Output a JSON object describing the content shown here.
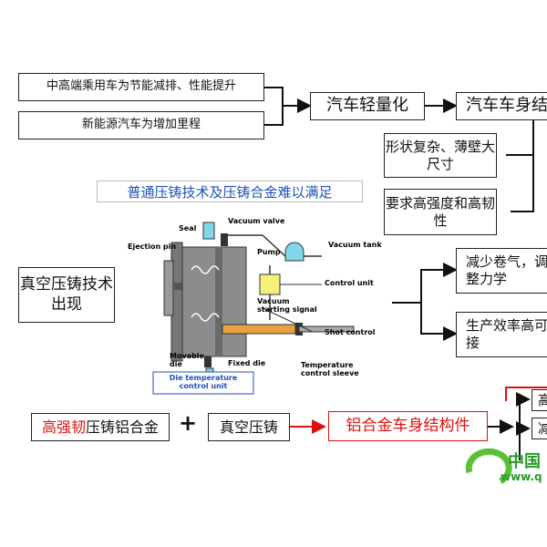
{
  "top": {
    "left1": "中高端乘用车为节能减排、性能提升",
    "left2": "新能源汽车为增加里程",
    "center": "汽车轻量化",
    "right": "汽车车身结"
  },
  "needs": {
    "a": "形状复杂、薄壁大尺寸",
    "b": "要求高强度和高韧性"
  },
  "note": "普通压铸技术及压铸合金难以满足",
  "vacuum": {
    "label": "真空压铸技术出现",
    "right_a": "减少卷气，调整力学",
    "right_b": "生产效率高可接"
  },
  "machine_labels": {
    "seal": "Seal",
    "vacuum_valve": "Vacuum valve",
    "ejection_pin": "Ejection pin",
    "vacuum_tank": "Vacuum tank",
    "pump": "Pump",
    "control_unit": "Control unit",
    "vacuum_signal": "Vacuum starting signal",
    "shot_control": "Shot control",
    "movable_die": "Movable die",
    "fixed_die": "Fixed die",
    "temp_sleeve": "Temperature control sleeve",
    "die_temp": "Die temperature control unit"
  },
  "bottom": {
    "alloy_red": "高强韧",
    "alloy_rest": "压铸铝合金",
    "plus": "+",
    "process": "真空压铸",
    "result": "铝合金车身结构件",
    "branch_1": "高",
    "branch_2": "减"
  },
  "watermark": {
    "text1": "中国",
    "text2": "www.q"
  },
  "colors": {
    "red": "#e01010",
    "blue": "#1f4fbf",
    "yellow": "#f5f07a",
    "cyan": "#7fd7e8",
    "die_gray": "#8c8c8c",
    "green": "#5bbf3a"
  }
}
